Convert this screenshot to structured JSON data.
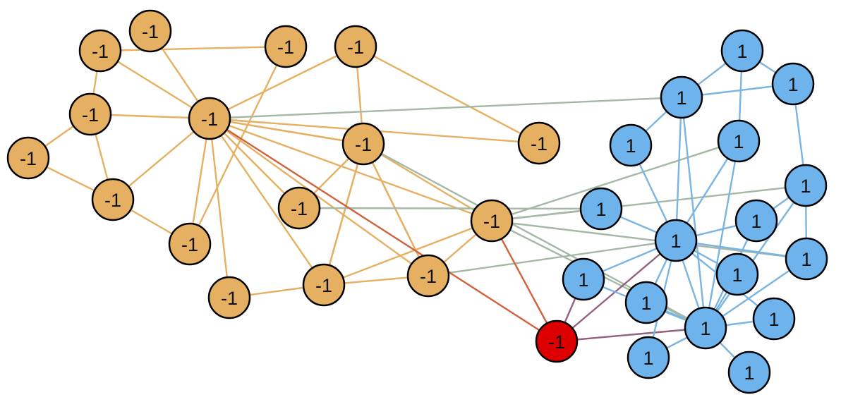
{
  "colors": {
    "group_neg": "#e6b062",
    "group_pos": "#6fb3ec",
    "highlight": "#dd0000",
    "edge_neg": "#e6b062",
    "edge_pos": "#7ab4e2",
    "edge_cross": "#a3b9a5",
    "edge_to_highlight_from_neg": "#d2623f",
    "edge_to_highlight_from_pos": "#946080"
  },
  "nodes": [
    {
      "id": "n1",
      "label": "-1",
      "group": "neg"
    },
    {
      "id": "n2",
      "label": "-1",
      "group": "neg"
    },
    {
      "id": "n3",
      "label": "-1",
      "group": "neg"
    },
    {
      "id": "n4",
      "label": "-1",
      "group": "neg"
    },
    {
      "id": "n5",
      "label": "-1",
      "group": "neg"
    },
    {
      "id": "n6",
      "label": "-1",
      "group": "neg"
    },
    {
      "id": "n7",
      "label": "-1",
      "group": "neg"
    },
    {
      "id": "n8",
      "label": "-1",
      "group": "neg"
    },
    {
      "id": "n9",
      "label": "-1",
      "group": "neg"
    },
    {
      "id": "n10",
      "label": "-1",
      "group": "neg"
    },
    {
      "id": "n11",
      "label": "-1",
      "group": "neg"
    },
    {
      "id": "n12",
      "label": "-1",
      "group": "neg"
    },
    {
      "id": "n13",
      "label": "-1",
      "group": "neg"
    },
    {
      "id": "n14",
      "label": "-1",
      "group": "neg"
    },
    {
      "id": "n15",
      "label": "-1",
      "group": "neg"
    },
    {
      "id": "n16",
      "label": "-1",
      "group": "neg"
    },
    {
      "id": "n17",
      "label": "-1",
      "group": "neg"
    },
    {
      "id": "h",
      "label": "-1",
      "group": "highlight"
    },
    {
      "id": "b1",
      "label": "1",
      "group": "pos"
    },
    {
      "id": "b2",
      "label": "1",
      "group": "pos"
    },
    {
      "id": "b3",
      "label": "1",
      "group": "pos"
    },
    {
      "id": "b4",
      "label": "1",
      "group": "pos"
    },
    {
      "id": "b5",
      "label": "1",
      "group": "pos"
    },
    {
      "id": "b6",
      "label": "1",
      "group": "pos"
    },
    {
      "id": "b7",
      "label": "1",
      "group": "pos"
    },
    {
      "id": "b8",
      "label": "1",
      "group": "pos"
    },
    {
      "id": "b9",
      "label": "1",
      "group": "pos"
    },
    {
      "id": "b10",
      "label": "1",
      "group": "pos"
    },
    {
      "id": "b11",
      "label": "1",
      "group": "pos"
    },
    {
      "id": "b12",
      "label": "1",
      "group": "pos"
    },
    {
      "id": "b13",
      "label": "1",
      "group": "pos"
    },
    {
      "id": "b14",
      "label": "1",
      "group": "pos"
    },
    {
      "id": "b15",
      "label": "1",
      "group": "pos"
    },
    {
      "id": "b16",
      "label": "1",
      "group": "pos"
    }
  ],
  "edges": [
    [
      "n1",
      "n5"
    ],
    [
      "n1",
      "n3"
    ],
    [
      "n1",
      "n6"
    ],
    [
      "n2",
      "n5"
    ],
    [
      "n3",
      "n5"
    ],
    [
      "n3",
      "n4"
    ],
    [
      "n3",
      "n7"
    ],
    [
      "n4",
      "n7"
    ],
    [
      "n7",
      "n5"
    ],
    [
      "n7",
      "n8"
    ],
    [
      "n6",
      "n8"
    ],
    [
      "n5",
      "n8"
    ],
    [
      "n5",
      "n9"
    ],
    [
      "n5",
      "n10"
    ],
    [
      "n5",
      "n11"
    ],
    [
      "n5",
      "n12"
    ],
    [
      "n5",
      "n13"
    ],
    [
      "n5",
      "n14"
    ],
    [
      "n5",
      "n15"
    ],
    [
      "n5",
      "n16"
    ],
    [
      "n5",
      "n17"
    ],
    [
      "n10",
      "n11"
    ],
    [
      "n10",
      "n12"
    ],
    [
      "n11",
      "n13"
    ],
    [
      "n11",
      "n14"
    ],
    [
      "n11",
      "n15"
    ],
    [
      "n11",
      "n16"
    ],
    [
      "n11",
      "n17"
    ],
    [
      "n13",
      "n15"
    ],
    [
      "n13",
      "n16"
    ],
    [
      "n15",
      "n9"
    ],
    [
      "n15",
      "n16"
    ],
    [
      "n15",
      "n17"
    ],
    [
      "n16",
      "n17"
    ],
    [
      "n5",
      "b2"
    ],
    [
      "n11",
      "n17"
    ],
    [
      "n14",
      "b7"
    ],
    [
      "n17",
      "b5"
    ],
    [
      "n17",
      "b6"
    ],
    [
      "n17",
      "b7"
    ],
    [
      "n17",
      "b12"
    ],
    [
      "n17",
      "b14"
    ],
    [
      "n16",
      "b8"
    ],
    [
      "n11",
      "b14"
    ],
    [
      "n5",
      "h"
    ],
    [
      "n17",
      "h"
    ],
    [
      "h",
      "b9"
    ],
    [
      "h",
      "b8"
    ],
    [
      "h",
      "b14"
    ],
    [
      "b1",
      "b2"
    ],
    [
      "b1",
      "b3"
    ],
    [
      "b1",
      "b5"
    ],
    [
      "b2",
      "b3"
    ],
    [
      "b2",
      "b4"
    ],
    [
      "b2",
      "b8"
    ],
    [
      "b2",
      "b14"
    ],
    [
      "b3",
      "b6"
    ],
    [
      "b4",
      "b8"
    ],
    [
      "b5",
      "b8"
    ],
    [
      "b5",
      "b14"
    ],
    [
      "b6",
      "b10"
    ],
    [
      "b6",
      "b12"
    ],
    [
      "b6",
      "b14"
    ],
    [
      "b7",
      "b8"
    ],
    [
      "b8",
      "b9"
    ],
    [
      "b8",
      "b10"
    ],
    [
      "b8",
      "b11"
    ],
    [
      "b8",
      "b12"
    ],
    [
      "b8",
      "b13"
    ],
    [
      "b8",
      "b14"
    ],
    [
      "b8",
      "b15"
    ],
    [
      "b8",
      "b16"
    ],
    [
      "b9",
      "b14"
    ],
    [
      "b10",
      "b14"
    ],
    [
      "b11",
      "b14"
    ],
    [
      "b12",
      "b14"
    ],
    [
      "b13",
      "b14"
    ],
    [
      "b15",
      "b14"
    ],
    [
      "b16",
      "b14"
    ]
  ]
}
